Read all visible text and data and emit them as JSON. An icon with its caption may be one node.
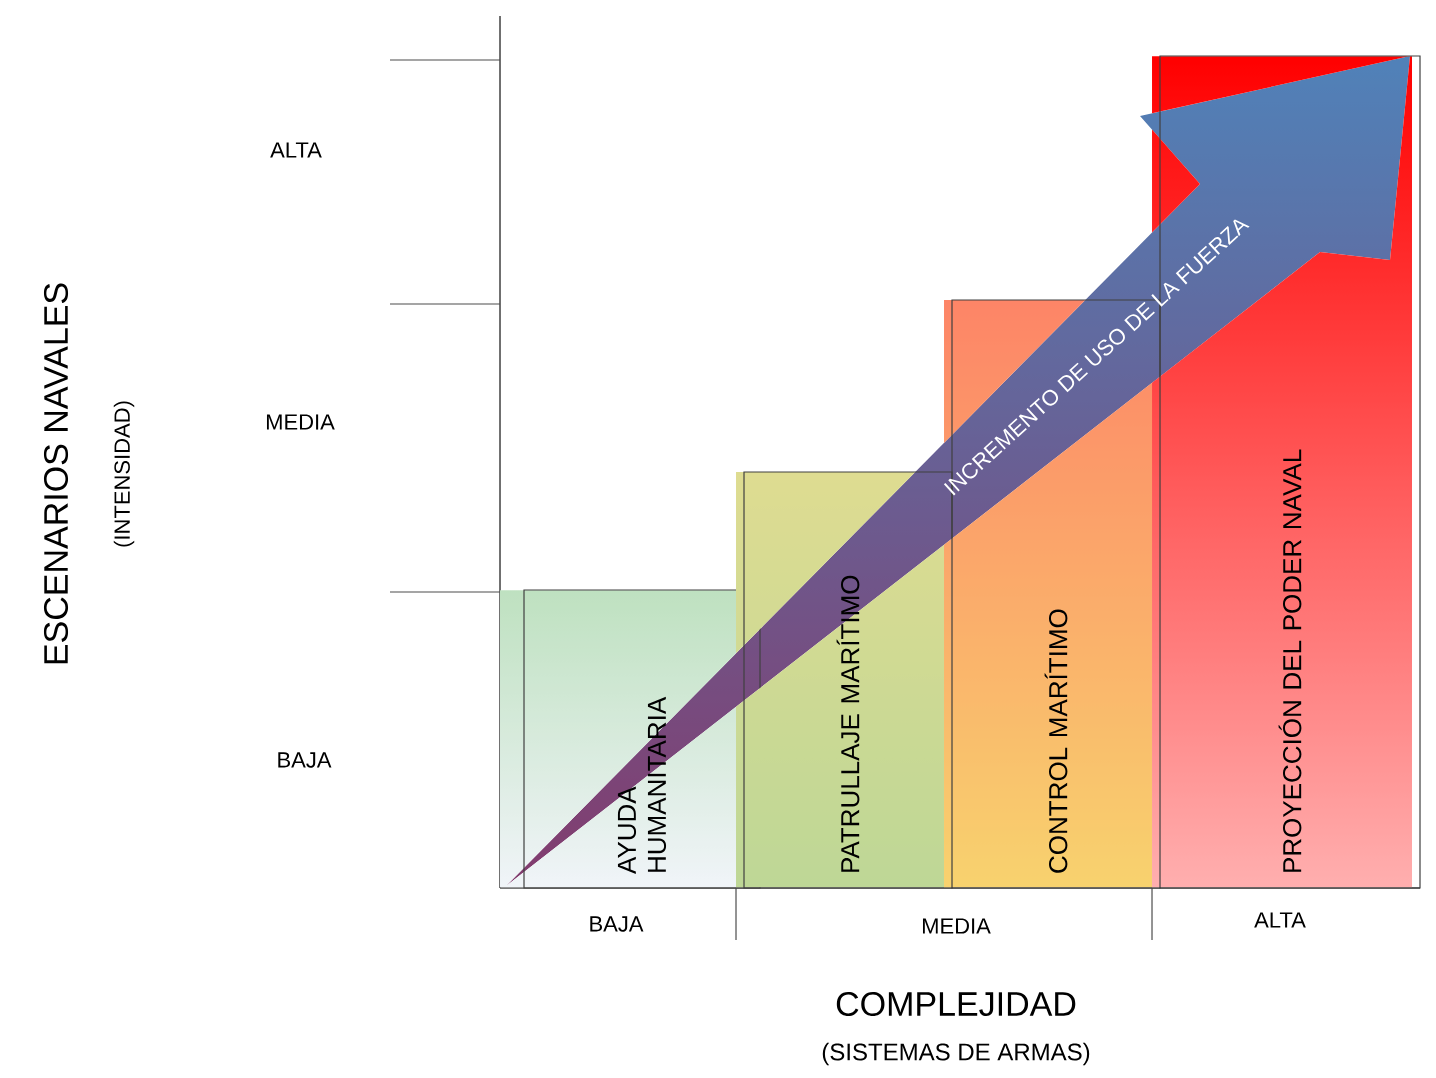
{
  "diagram": {
    "nodes": [
      {
        "text": [
          "AYUDA HUMANITARIA"
        ]
      },
      {
        "text": [
          "PATRULLAJE MARÍTIMO"
        ]
      },
      {
        "text": [
          "CONTROL MARÍTIMO"
        ]
      },
      {
        "text": [
          "PROYECCIÓN DEL PODER NAVAL"
        ]
      }
    ],
    "labels": [
      "ALTA",
      "MEDIA",
      "BAJA",
      "ESCENARIOS NAVALES",
      "(INTENSIDAD)",
      "INCREMENTO DE USO DE LA FUERZA",
      "BAJA",
      "MEDIA",
      "ALTA",
      "COMPLEJIDAD",
      "(SISTEMAS DE ARMAS)"
    ]
  }
}
